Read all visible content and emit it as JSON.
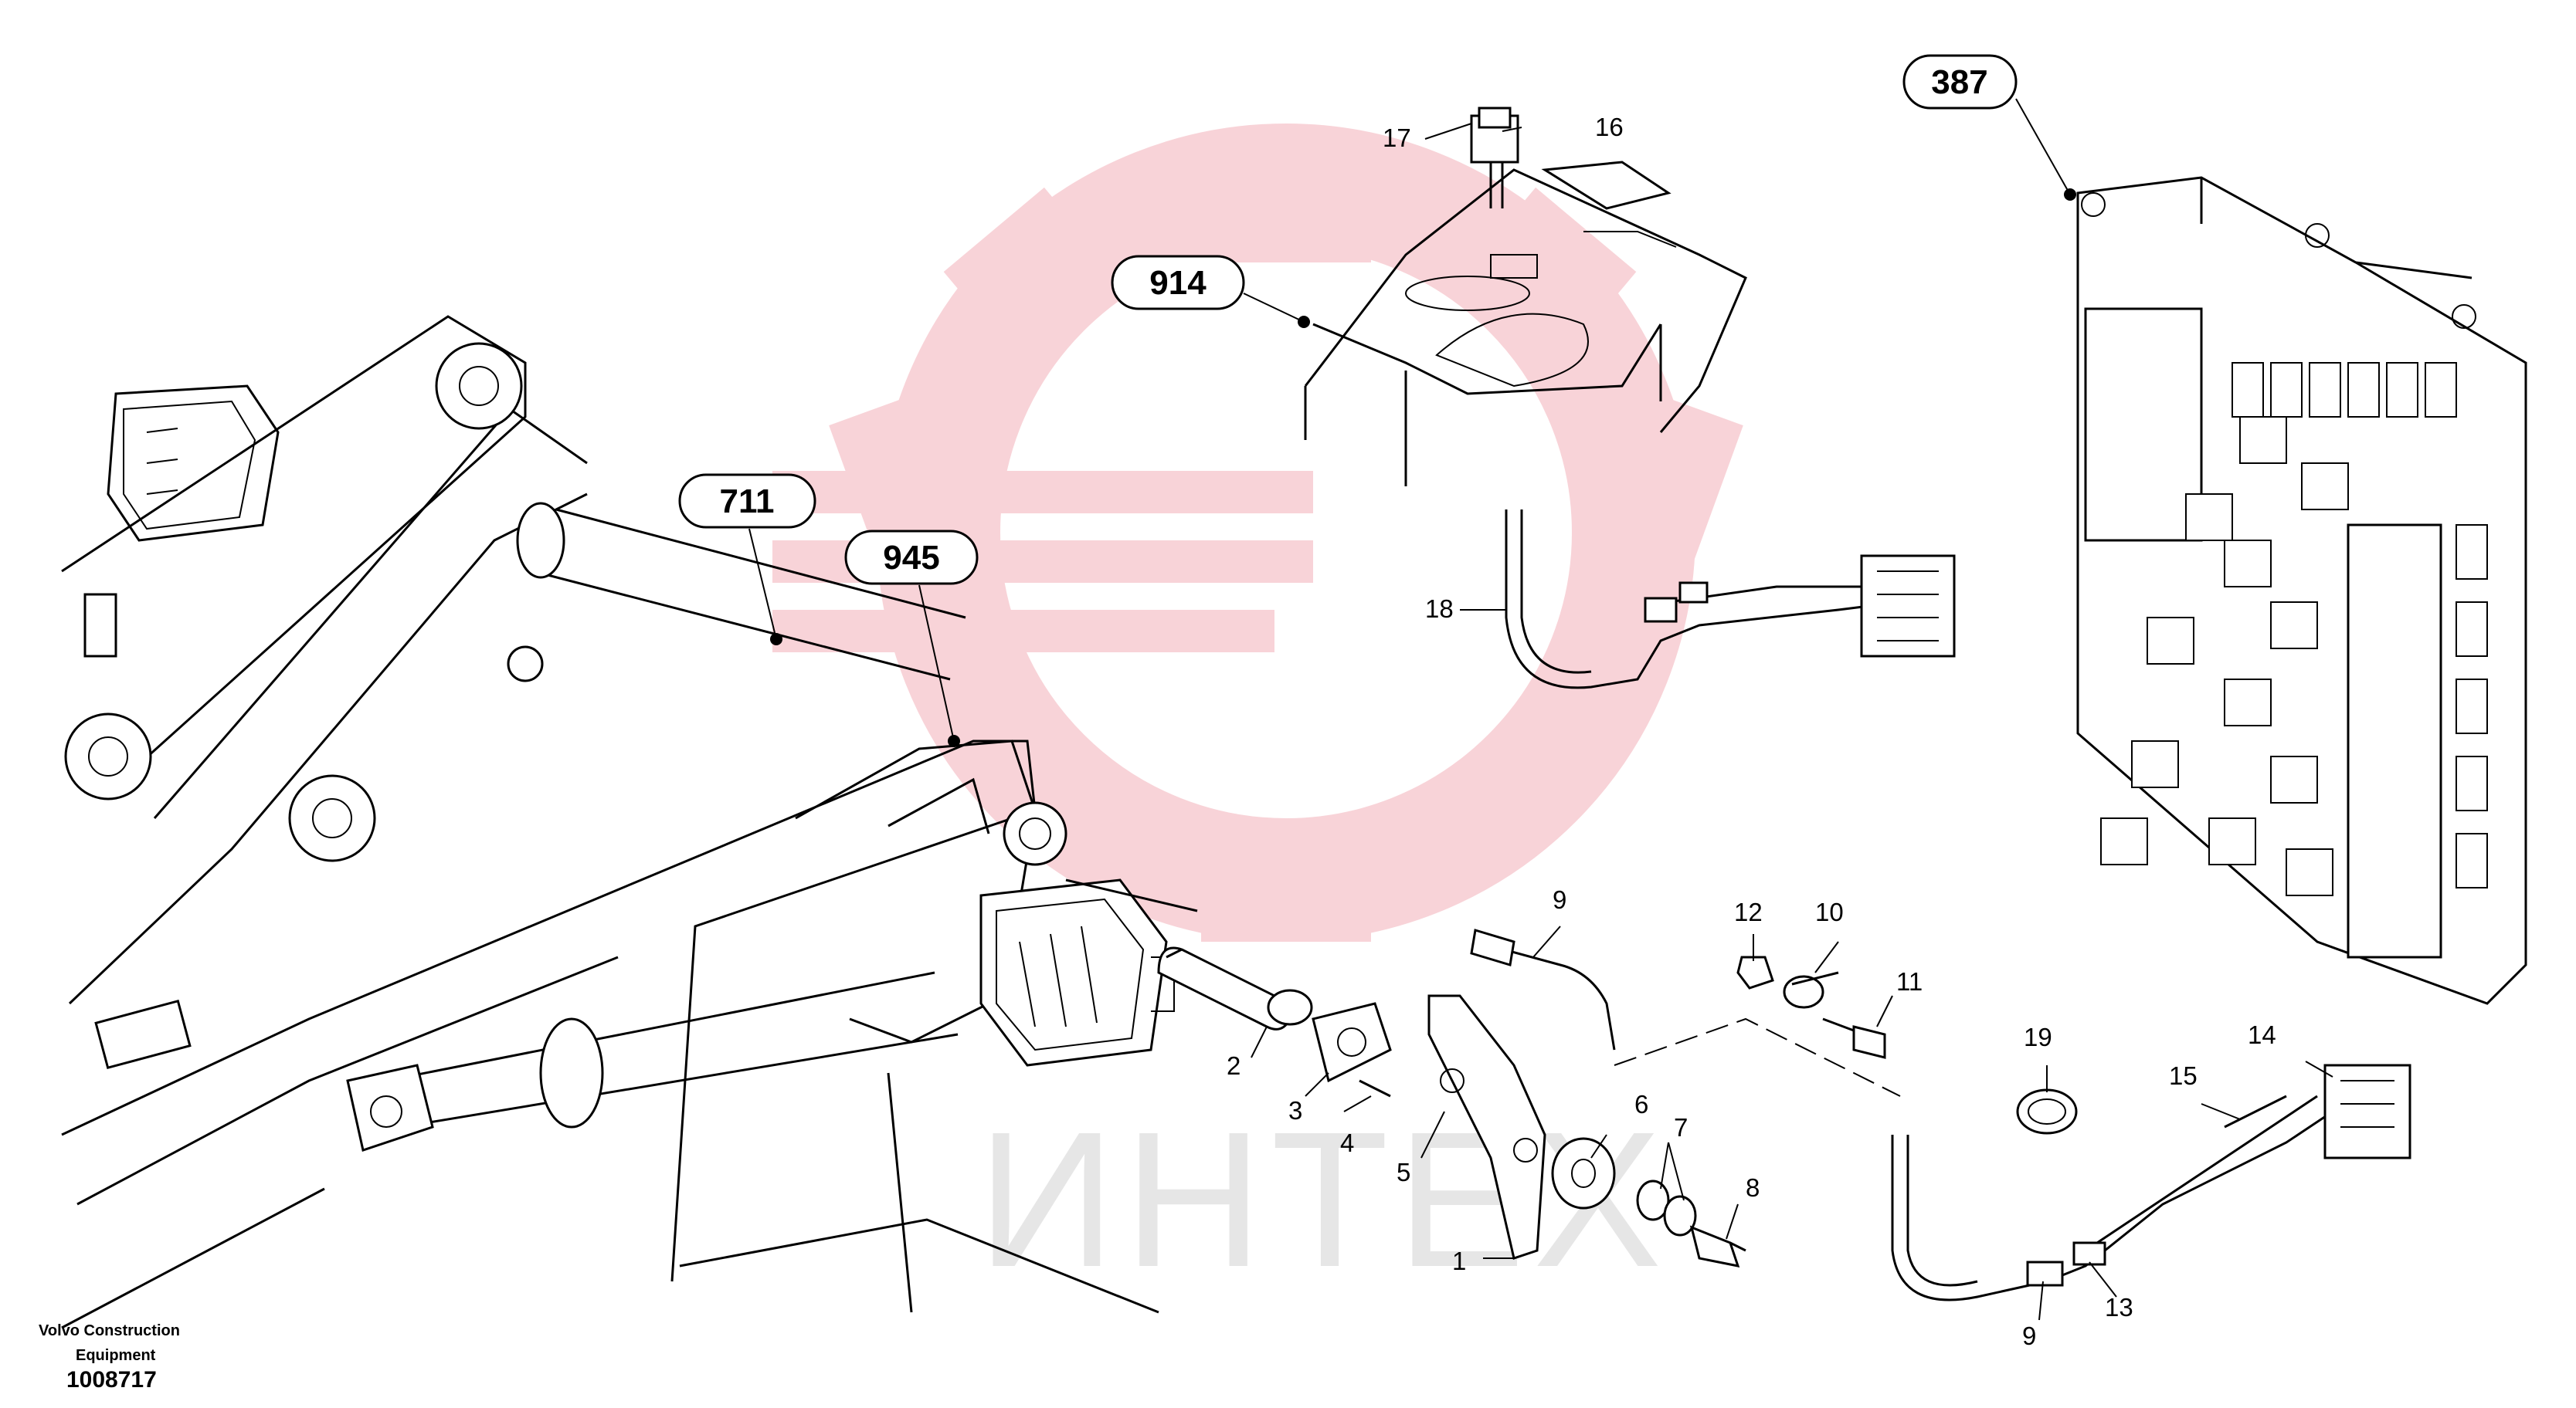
{
  "footer": {
    "company_line1": "Volvo Construction",
    "company_line2": "Equipment",
    "drawing_number": "1008717"
  },
  "watermark": {
    "text": "ИНТЕХ",
    "color": "#f2b8be"
  },
  "reference_callouts": [
    "387",
    "914",
    "711",
    "945"
  ],
  "part_numbers": [
    "17",
    "16",
    "18",
    "9",
    "12",
    "10",
    "11",
    "2",
    "3",
    "4",
    "5",
    "1",
    "6",
    "7",
    "8",
    "19",
    "15",
    "14",
    "9",
    "13"
  ]
}
